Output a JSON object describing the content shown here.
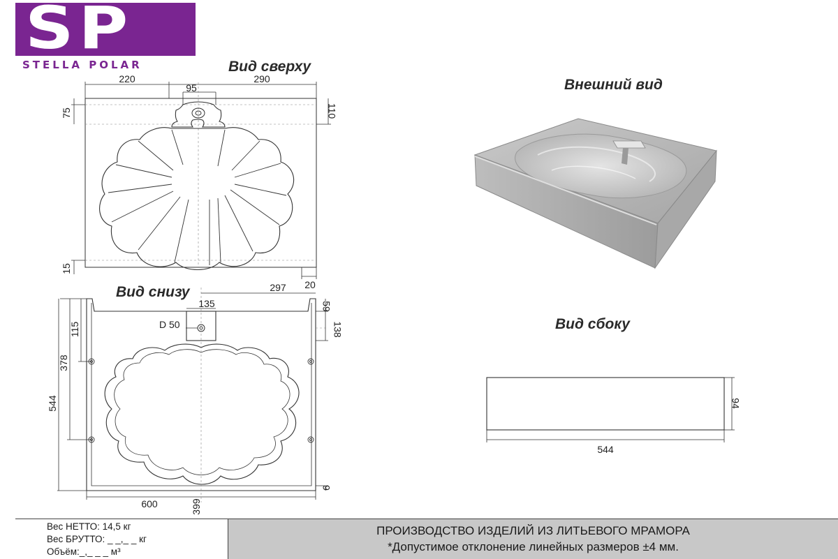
{
  "logo": {
    "letters": "SP",
    "name": "STELLA POLAR"
  },
  "views": {
    "top_title": "Вид сверху",
    "bottom_title": "Вид снизу",
    "exterior_title": "Внешний вид",
    "side_title": "Вид сбоку"
  },
  "top_view_dims": {
    "d220": "220",
    "d95": "95",
    "d290": "290",
    "d110": "110",
    "d75": "75",
    "d15": "15",
    "d20": "20"
  },
  "bottom_view_dims": {
    "d297": "297",
    "d135": "135",
    "d59": "59",
    "d138": "138",
    "d115": "115",
    "d378": "378",
    "d544": "544",
    "d600": "600",
    "d399": "399",
    "d9": "9",
    "drain": "D 50"
  },
  "side_view_dims": {
    "d544": "544",
    "d94": "94"
  },
  "specs": {
    "net": "Вес НЕТТО: 14,5 кг",
    "gross": "Вес БРУТТО: _ _,_ _ кг",
    "volume": "Объём:_,_ _ _ м³"
  },
  "footer": {
    "line1": "ПРОИЗВОДСТВО ИЗДЕЛИЙ ИЗ ЛИТЬЕВОГО МРАМОРА",
    "line2": "*Допустимое отклонение линейных размеров ±4 мм."
  },
  "colors": {
    "brand": "#7a2591",
    "footer_bg": "#c8c8c8"
  }
}
